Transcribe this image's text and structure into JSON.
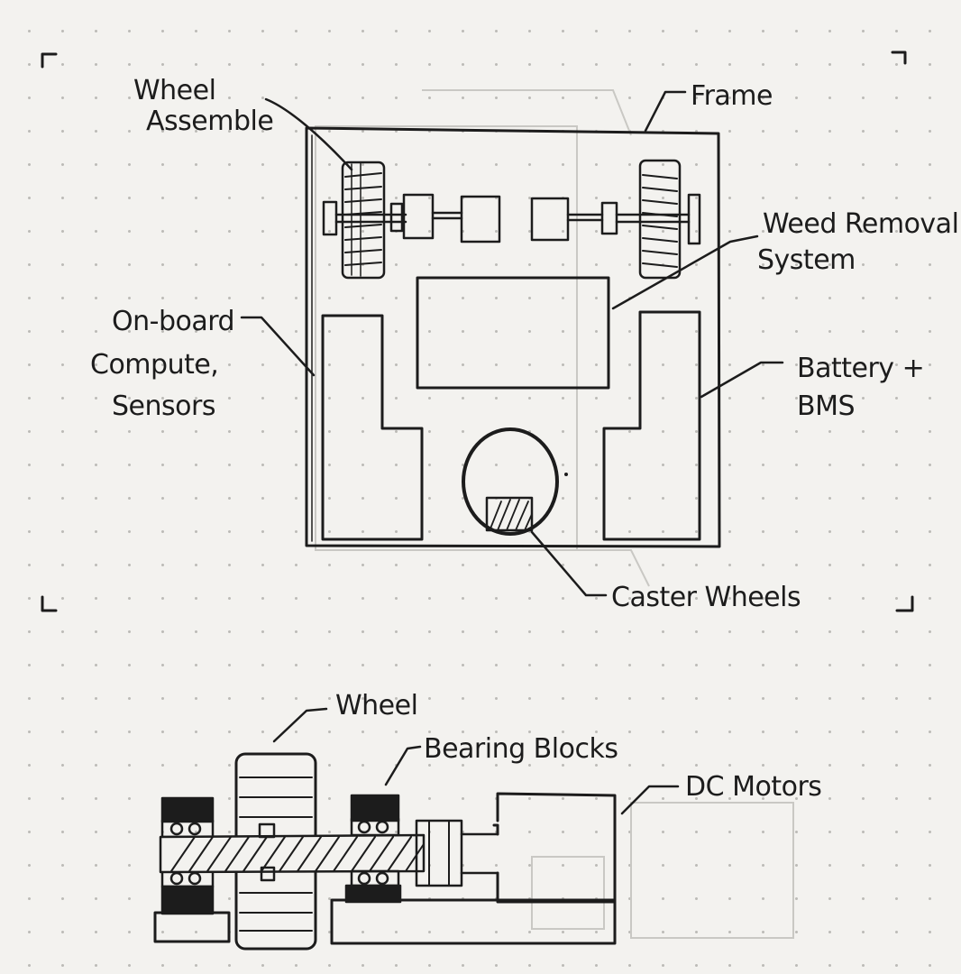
{
  "top_view": {
    "labels": {
      "wheel_assembly": [
        "Wheel",
        "Assemble"
      ],
      "frame": [
        "Frame"
      ],
      "weed_removal": [
        "Weed Removal",
        "System"
      ],
      "compute": [
        "On-board",
        "Compute,",
        "Sensors"
      ],
      "battery": [
        "Battery +",
        "BMS"
      ],
      "caster": [
        "Caster Wheels"
      ]
    }
  },
  "side_view": {
    "labels": {
      "wheel": [
        "Wheel"
      ],
      "bearing_blocks": [
        "Bearing Blocks"
      ],
      "dc_motors": [
        "DC Motors"
      ]
    }
  }
}
